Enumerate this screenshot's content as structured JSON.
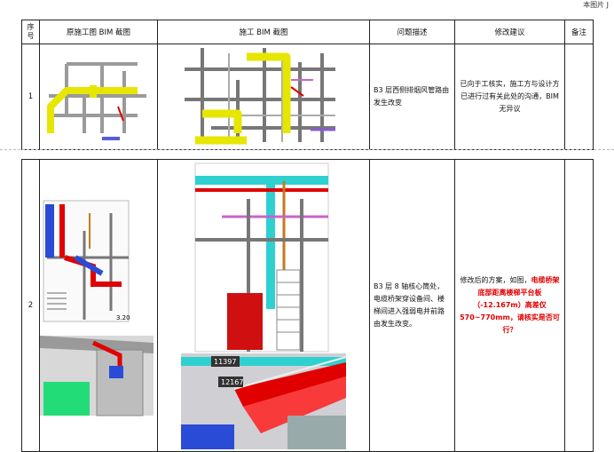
{
  "corner_text": "本图片 J",
  "headers": {
    "no": "序号",
    "orig": "原施工图 BIM 截图",
    "cons": "施工 BIM 截图",
    "desc": "问题描述",
    "sugg": "修改建议",
    "note": "备注"
  },
  "rows": [
    {
      "no": "1",
      "desc": "B3 层西侧排烟风管路由发生改变",
      "sugg": "已向于工核实，施工方与设计方已进行过有关此处的沟通，BIM 无异议",
      "note": ""
    },
    {
      "no": "2",
      "desc": "B3 层 8 轴核心筒处，电缆桥架穿设备间、楼梯间进入强弱电井前路由发生改变。",
      "sugg_prefix": "修改后的方案，如图，",
      "sugg_red": "电缆桥架底部距离楼梯平台板（-12.167m）高差仅 570~770mm，请核实是否可行？",
      "note": ""
    }
  ],
  "labels": {
    "label_11397": "11397",
    "label_12167": "12167",
    "label_320": "3.20"
  },
  "colors": {
    "yellow": "#e6e600",
    "cyan": "#2fd0d0",
    "red": "#e00000",
    "gray": "#8a8a8a"
  }
}
